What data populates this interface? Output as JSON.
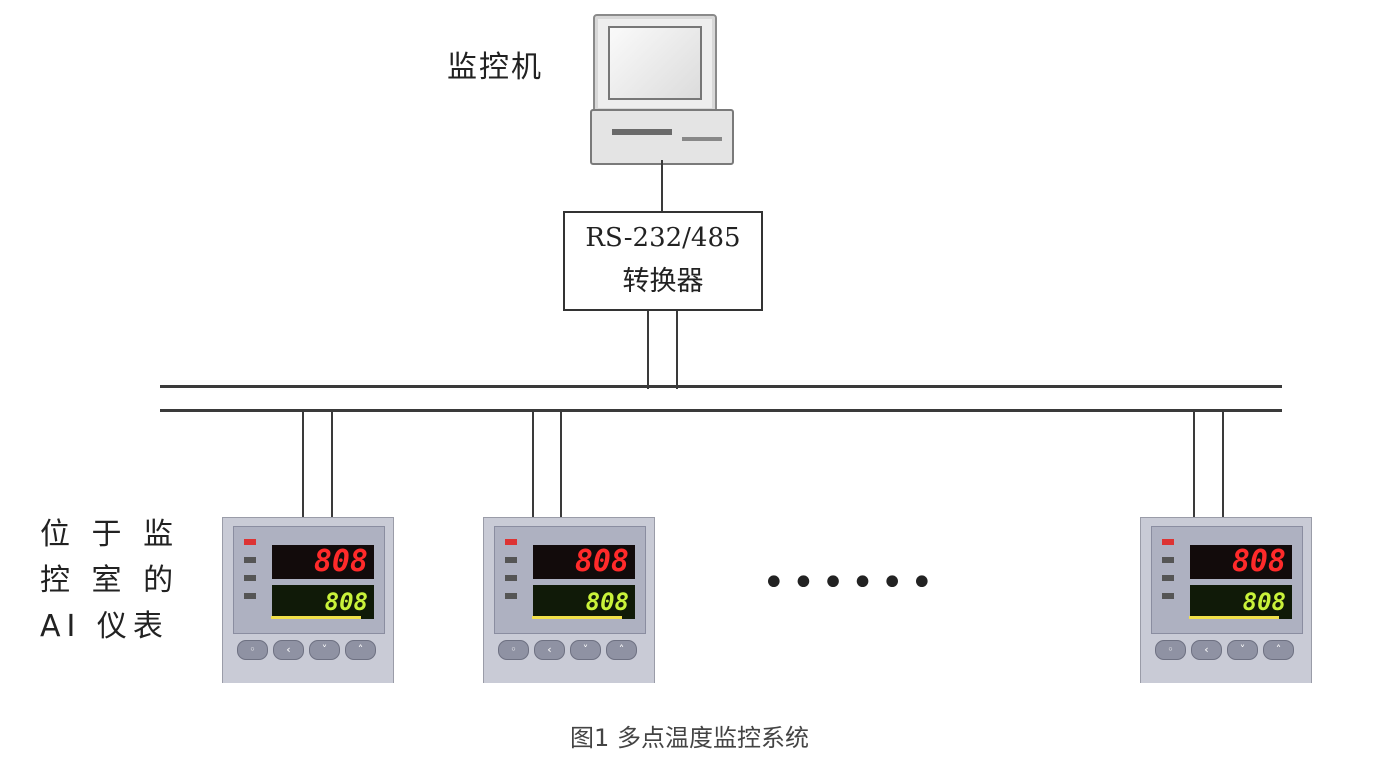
{
  "monitor_label": "监控机",
  "converter": {
    "line1": "RS-232/485",
    "line2": "转换器"
  },
  "instrument_label": {
    "line1": "位 于 监",
    "line2": "控 室 的",
    "line3": "AI 仪表"
  },
  "ellipsis": "••••••",
  "instrument_display": {
    "pv": "808",
    "sv": "808"
  },
  "caption": "图1 多点温度监控系统"
}
